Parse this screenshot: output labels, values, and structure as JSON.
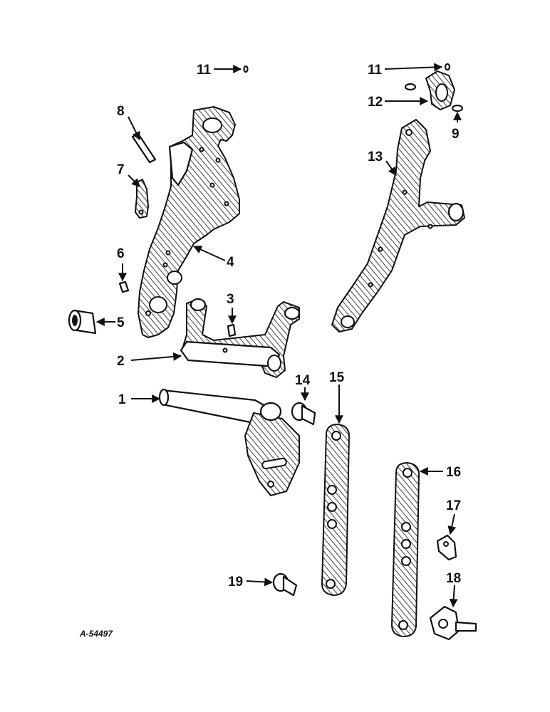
{
  "figure_id": "A-54497",
  "callouts": [
    {
      "id": "c1",
      "label": "1"
    },
    {
      "id": "c2",
      "label": "2"
    },
    {
      "id": "c3",
      "label": "3"
    },
    {
      "id": "c4",
      "label": "4"
    },
    {
      "id": "c5",
      "label": "5"
    },
    {
      "id": "c6",
      "label": "6"
    },
    {
      "id": "c7",
      "label": "7"
    },
    {
      "id": "c8",
      "label": "8"
    },
    {
      "id": "c9",
      "label": "9"
    },
    {
      "id": "c11a",
      "label": "11"
    },
    {
      "id": "c11b",
      "label": "11"
    },
    {
      "id": "c12",
      "label": "12"
    },
    {
      "id": "c13",
      "label": "13"
    },
    {
      "id": "c14",
      "label": "14"
    },
    {
      "id": "c15",
      "label": "15"
    },
    {
      "id": "c16",
      "label": "16"
    },
    {
      "id": "c17",
      "label": "17"
    },
    {
      "id": "c18",
      "label": "18"
    },
    {
      "id": "c19",
      "label": "19"
    }
  ],
  "colors": {
    "ink": "#111111",
    "paper": "#ffffff"
  }
}
